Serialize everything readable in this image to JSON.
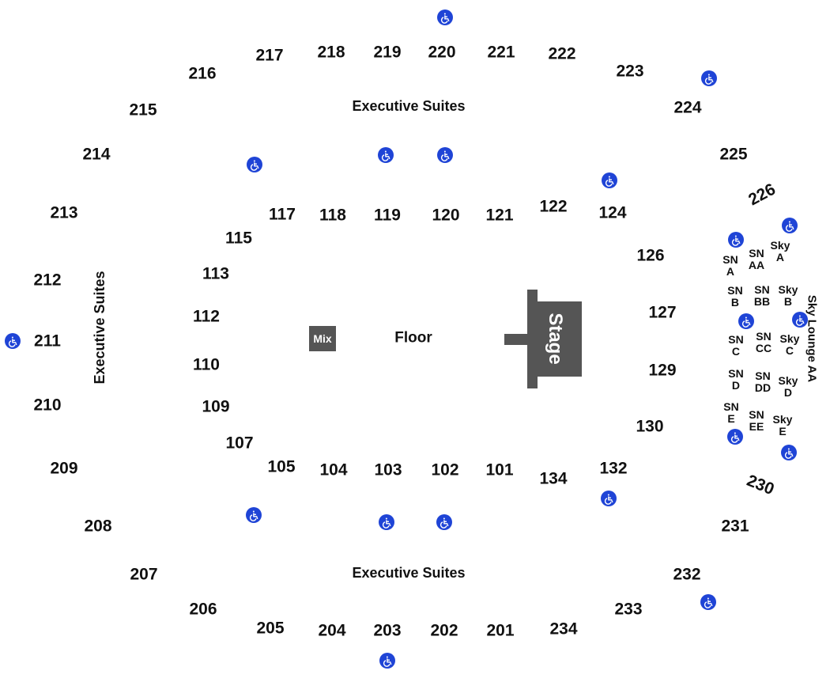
{
  "sections": [
    {
      "id": "217",
      "label": "217"
    },
    {
      "id": "218",
      "label": "218"
    },
    {
      "id": "219",
      "label": "219"
    },
    {
      "id": "220",
      "label": "220"
    },
    {
      "id": "221",
      "label": "221"
    },
    {
      "id": "222",
      "label": "222"
    },
    {
      "id": "223",
      "label": "223"
    },
    {
      "id": "216",
      "label": "216"
    },
    {
      "id": "215",
      "label": "215"
    },
    {
      "id": "224",
      "label": "224"
    },
    {
      "id": "214",
      "label": "214"
    },
    {
      "id": "225",
      "label": "225"
    },
    {
      "id": "226",
      "label": "226"
    },
    {
      "id": "213",
      "label": "213"
    },
    {
      "id": "212",
      "label": "212"
    },
    {
      "id": "211",
      "label": "211"
    },
    {
      "id": "210",
      "label": "210"
    },
    {
      "id": "209",
      "label": "209"
    },
    {
      "id": "208",
      "label": "208"
    },
    {
      "id": "207",
      "label": "207"
    },
    {
      "id": "206",
      "label": "206"
    },
    {
      "id": "205",
      "label": "205"
    },
    {
      "id": "204",
      "label": "204"
    },
    {
      "id": "203",
      "label": "203"
    },
    {
      "id": "202",
      "label": "202"
    },
    {
      "id": "201",
      "label": "201"
    },
    {
      "id": "234",
      "label": "234"
    },
    {
      "id": "233",
      "label": "233"
    },
    {
      "id": "232",
      "label": "232"
    },
    {
      "id": "231",
      "label": "231"
    },
    {
      "id": "230",
      "label": "230"
    },
    {
      "id": "117",
      "label": "117"
    },
    {
      "id": "118",
      "label": "118"
    },
    {
      "id": "119",
      "label": "119"
    },
    {
      "id": "120",
      "label": "120"
    },
    {
      "id": "121",
      "label": "121"
    },
    {
      "id": "122",
      "label": "122"
    },
    {
      "id": "124",
      "label": "124"
    },
    {
      "id": "115",
      "label": "115"
    },
    {
      "id": "113",
      "label": "113"
    },
    {
      "id": "112",
      "label": "112"
    },
    {
      "id": "110",
      "label": "110"
    },
    {
      "id": "109",
      "label": "109"
    },
    {
      "id": "107",
      "label": "107"
    },
    {
      "id": "105",
      "label": "105"
    },
    {
      "id": "104",
      "label": "104"
    },
    {
      "id": "103",
      "label": "103"
    },
    {
      "id": "102",
      "label": "102"
    },
    {
      "id": "101",
      "label": "101"
    },
    {
      "id": "134",
      "label": "134"
    },
    {
      "id": "132",
      "label": "132"
    },
    {
      "id": "130",
      "label": "130"
    },
    {
      "id": "129",
      "label": "129"
    },
    {
      "id": "127",
      "label": "127"
    },
    {
      "id": "126",
      "label": "126"
    }
  ],
  "boxes": [
    {
      "id": "sn-a",
      "line1": "SN",
      "line2": "A"
    },
    {
      "id": "sn-aa",
      "line1": "SN",
      "line2": "AA"
    },
    {
      "id": "sky-a",
      "line1": "Sky",
      "line2": "A"
    },
    {
      "id": "sn-b",
      "line1": "SN",
      "line2": "B"
    },
    {
      "id": "sn-bb",
      "line1": "SN",
      "line2": "BB"
    },
    {
      "id": "sky-b",
      "line1": "Sky",
      "line2": "B"
    },
    {
      "id": "sn-c",
      "line1": "SN",
      "line2": "C"
    },
    {
      "id": "sn-cc",
      "line1": "SN",
      "line2": "CC"
    },
    {
      "id": "sky-c",
      "line1": "Sky",
      "line2": "C"
    },
    {
      "id": "sn-d",
      "line1": "SN",
      "line2": "D"
    },
    {
      "id": "sn-dd",
      "line1": "SN",
      "line2": "DD"
    },
    {
      "id": "sky-d",
      "line1": "Sky",
      "line2": "D"
    },
    {
      "id": "sn-e",
      "line1": "SN",
      "line2": "E"
    },
    {
      "id": "sn-ee",
      "line1": "SN",
      "line2": "EE"
    },
    {
      "id": "sky-e",
      "line1": "Sky",
      "line2": "E"
    }
  ],
  "labels": {
    "executive_suites_top": "Executive Suites",
    "executive_suites_bottom": "Executive Suites",
    "executive_suites_left": "Executive Suites",
    "sky_lounge": "Sky Lounge AA",
    "floor": "Floor",
    "mix": "Mix",
    "stage": "Stage"
  },
  "colors": {
    "accessible": "#1f44d6",
    "stage": "#555555",
    "mix": "#555555",
    "text": "#111111"
  },
  "icons": {
    "accessible": "wheelchair-icon"
  }
}
